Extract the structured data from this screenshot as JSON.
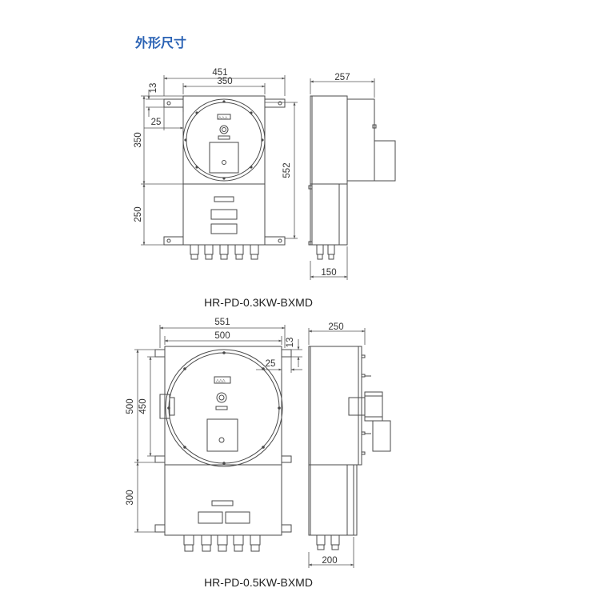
{
  "title": "外形尺寸",
  "colors": {
    "title": "#2a62b4",
    "line": "#4a4a4a",
    "dim": "#555555"
  },
  "drawing1": {
    "model": "HR-PD-0.3KW-BXMD",
    "dims": {
      "width_outer": "451",
      "width_inner": "350",
      "mount_edge": "13",
      "offset": "25",
      "upper_height": "350",
      "lower_height": "250",
      "total_height": "552",
      "side_depth": "257",
      "side_lower_depth": "150"
    },
    "plate_label": "△△△"
  },
  "drawing2": {
    "model": "HR-PD-0.5KW-BXMD",
    "dims": {
      "width_outer": "551",
      "width_inner": "500",
      "mount_edge": "13",
      "offset": "25",
      "upper_outer": "500",
      "upper_inner": "450",
      "lower_height": "300",
      "side_depth": "250",
      "side_lower_depth": "200"
    },
    "plate_label": "△△△"
  }
}
